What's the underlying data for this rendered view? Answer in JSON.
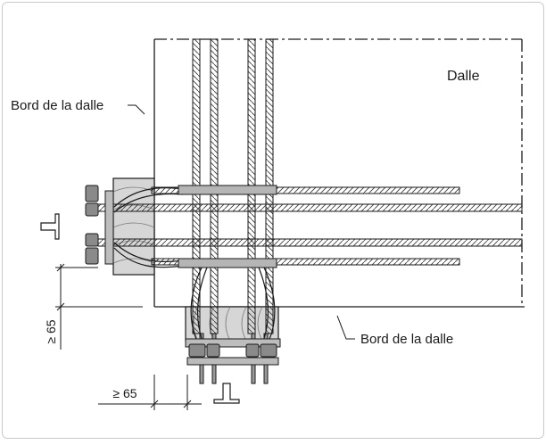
{
  "labels": {
    "slab": "Dalle",
    "slab_edge_top": "Bord de la dalle",
    "slab_edge_bottom": "Bord de la dalle",
    "dim_vertical": "≥ 65",
    "dim_horizontal": "≥ 65"
  },
  "colors": {
    "border": "#c8c8c8",
    "line": "#1a1a1a",
    "steel": "#9a9a9a",
    "insulation": "#d2d2d2",
    "nut": "#8a8a8a"
  }
}
